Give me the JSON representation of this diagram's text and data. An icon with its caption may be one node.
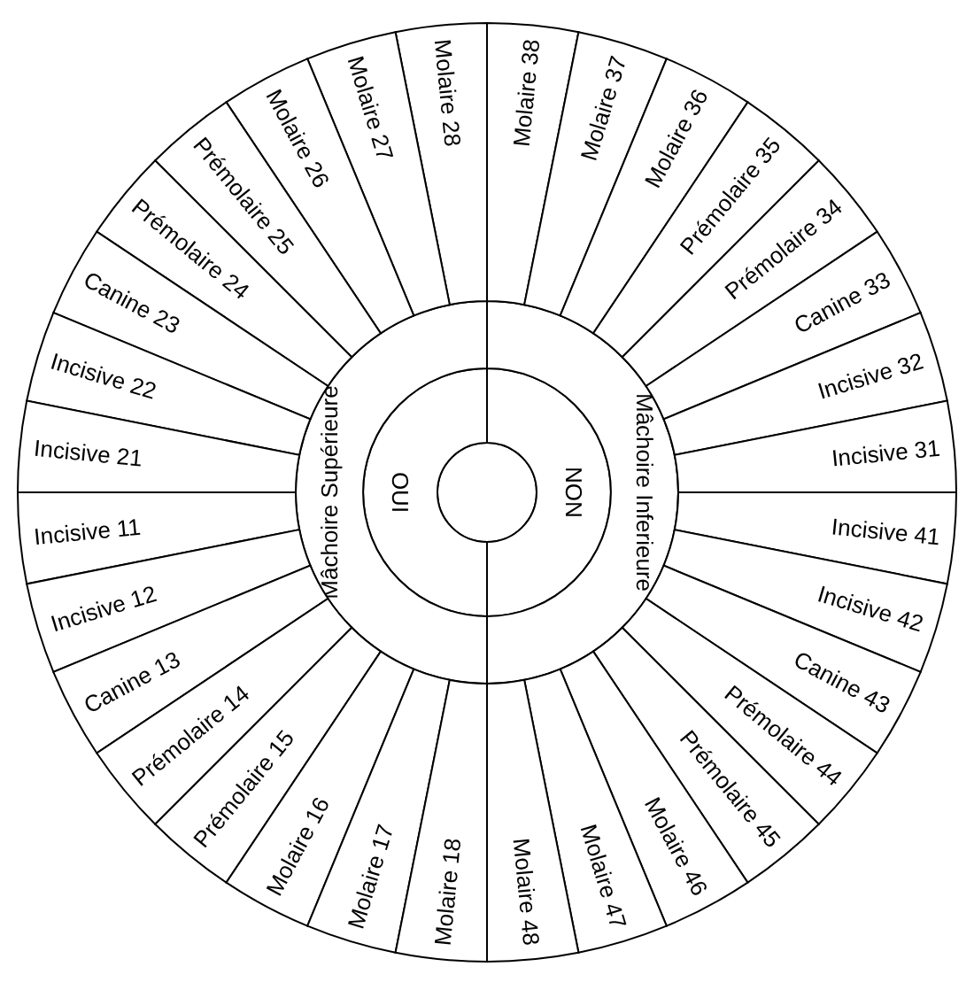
{
  "diagram": {
    "nodes": [
      {
        "text": [],
        "shape": "circle"
      },
      {
        "text": [
          "OUI"
        ]
      },
      {
        "text": [
          "NON"
        ]
      },
      {
        "text": [
          "Mâchoire Supérieure"
        ]
      },
      {
        "text": [
          "Mâchoire Inferieure"
        ]
      },
      {
        "text": [
          "Molaire 28"
        ]
      },
      {
        "text": [
          "Molaire 27"
        ]
      },
      {
        "text": [
          "Molaire 26"
        ]
      },
      {
        "text": [
          "Prémolaire 25"
        ]
      },
      {
        "text": [
          "Prémolaire 24"
        ]
      },
      {
        "text": [
          "Canine 23"
        ]
      },
      {
        "text": [
          "Incisive 22"
        ]
      },
      {
        "text": [
          "Incisive 21"
        ]
      },
      {
        "text": [
          "Incisive 11"
        ]
      },
      {
        "text": [
          "Incisive 12"
        ]
      },
      {
        "text": [
          "Canine 13"
        ]
      },
      {
        "text": [
          "Prémolaire 14"
        ]
      },
      {
        "text": [
          "Prémolaire 15"
        ]
      },
      {
        "text": [
          "Molaire 16"
        ]
      },
      {
        "text": [
          "Molaire 17"
        ]
      },
      {
        "text": [
          "Molaire 18"
        ]
      },
      {
        "text": [
          "Molaire 38"
        ]
      },
      {
        "text": [
          "Molaire 37"
        ]
      },
      {
        "text": [
          "Molaire 36"
        ]
      },
      {
        "text": [
          "Prémolaire 35"
        ]
      },
      {
        "text": [
          "Prémolaire 34"
        ]
      },
      {
        "text": [
          "Canine 33"
        ]
      },
      {
        "text": [
          "Incisive 32"
        ]
      },
      {
        "text": [
          "Incisive 31"
        ]
      },
      {
        "text": [
          "Incisive 41"
        ]
      },
      {
        "text": [
          "Incisive 42"
        ]
      },
      {
        "text": [
          "Canine 43"
        ]
      },
      {
        "text": [
          "Prémolaire 44"
        ]
      },
      {
        "text": [
          "Prémolaire 45"
        ]
      },
      {
        "text": [
          "Molaire 46"
        ]
      },
      {
        "text": [
          "Molaire 47"
        ]
      },
      {
        "text": [
          "Molaire 48"
        ]
      }
    ]
  }
}
